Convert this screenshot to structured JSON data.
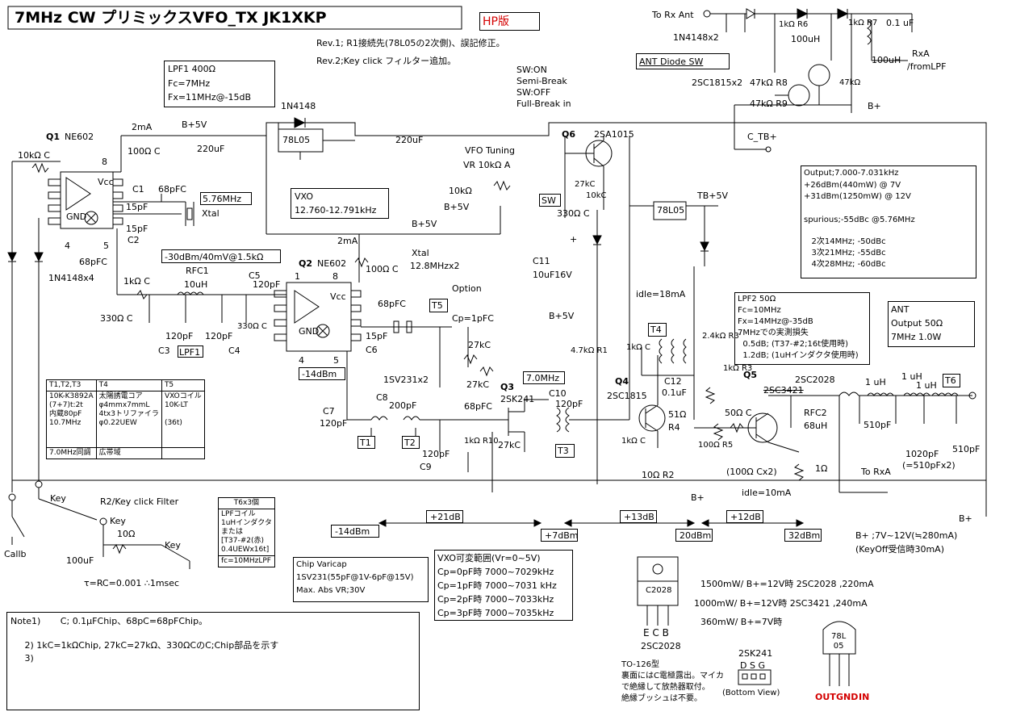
{
  "title": "7MHz CW プリミックスVFO_TX  JK1XKP",
  "hp_badge": "HP版",
  "revisions": [
    "Rev.1; R1接続先(78L05の2次側)、誤記修正。",
    "Rev.2;Key click フィルター追加。"
  ],
  "lpf1_box": [
    "LPF1 400Ω",
    "Fc=7MHz",
    "Fx=11MHz@-15dB"
  ],
  "vxo_box": [
    "VXO",
    "12.760-12.791kHz"
  ],
  "sw_note": [
    "SW:ON",
    "Semi-Break",
    "SW:OFF",
    "Full-Break in"
  ],
  "vfo_tuning": [
    "VFO Tuning",
    "VR 10kΩ A"
  ],
  "ant_sw": "ANT  Diode SW",
  "output_box": [
    "Output;7.000-7.031kHz",
    "+26dBm(440mW) @ 7V",
    "+31dBm(1250mW) @ 12V",
    "",
    "spurious;-55dBc @5.76MHz",
    "",
    "   2次14MHz; -50dBc",
    "   3次21MHz; -55dBc",
    "   4次28MHz; -60dBc"
  ],
  "lpf2_box": [
    "LPF2 50Ω",
    "Fc=10MHz",
    "Fx=14MHz@-35dB",
    "7MHzでの実測損失",
    "  0.5dB; (T37-#2;16t使用時)",
    "  1.2dB; (1uHインダクタ使用時)"
  ],
  "ant_box": [
    "ANT",
    "Output 50Ω",
    "7MHz 1.0W"
  ],
  "tables": {
    "header": [
      "T1,T2,T3",
      "T4",
      "T5"
    ],
    "c1": "10K-K3892A\n(7+7)t:2t\n内蔵80pF\n10.7MHz",
    "c2": "太陽誘電コア\nφ4mmx7mmL\n4tx3トリファイラ\nφ0.22UEW",
    "c3": "VXOコイル\n10K-LT\n\n(36t)",
    "footer": [
      "7.0MHz同調",
      "広帯域",
      ""
    ]
  },
  "t6_box": {
    "header": "T6x3個",
    "body": "LPFコイル\n1uHインダクタ\nまたは\n[T37-#2(赤)\n0.4UEWx16t]",
    "footer": "fc=10MHzLPF"
  },
  "chip_varicap": [
    "Chip Varicap",
    "1SV231(55pF@1V-6pF@15V)",
    "Max. Abs VR;30V"
  ],
  "vxo_range": [
    "VXO可変範囲(Vr=0~5V)",
    "Cp=0pF時  7000~7029kHz",
    "Cp=1pF時  7000~7031 kHz",
    "Cp=2pF時  7000~7033kHz",
    "Cp=3pF時  7000~7035kHz"
  ],
  "notes": [
    "Note1)       C; 0.1μFChip、68pC=68pFChip。",
    "     2) 1kC=1kΩChip, 27kC=27kΩ、330ΩCのC;Chip部品を示す",
    "     3)"
  ],
  "power_lines": [
    "1500mW/ B+=12V時 2SC2028 ,220mA",
    "1000mW/ B+=12V時 2SC3421 ,240mA",
    "360mW/ B+=7V時"
  ],
  "bplus_note": [
    "B+ ;7V~12V(≒280mA)",
    "(KeyOff受信時30mA)"
  ],
  "levels": [
    {
      "t": "-14dBm",
      "box": true
    },
    {
      "t": "+21dB",
      "box": true
    },
    {
      "t": "+7dBm",
      "box": true
    },
    {
      "t": "+13dB",
      "box": true
    },
    {
      "t": "20dBm",
      "box": true
    },
    {
      "t": "+12dB",
      "box": true
    },
    {
      "t": "32dBm",
      "box": true
    }
  ],
  "key_filter": {
    "title": "R2/Key click Filter",
    "tau": "τ=RC=0.001   ∴1msec"
  },
  "pkg_c2028": {
    "mark": "C2028",
    "pins": "E C B",
    "name": "2SC2028",
    "note": [
      "TO-126型",
      "裏面にはC電極露出。マイカ",
      "で絶縁して放熱器取付。",
      "絶縁ブッシュは不要。"
    ]
  },
  "pkg_2sk241": {
    "name": "2SK241",
    "pins": "D S G",
    "view": "(Bottom View)"
  },
  "pkg_78l05": {
    "mark": "78L\n05",
    "out": "OUT",
    "gnd": "GND",
    "in": "IN"
  },
  "labels": {
    "q1": "Q1",
    "q1p": "NE602",
    "q2": "Q2",
    "q2p": "NE602",
    "q3": "Q3",
    "q3p": "2SK241",
    "q4": "Q4",
    "q4p": "2SC1815",
    "q5": "Q5",
    "q6": "Q6",
    "q6p": "2SA1015",
    "2ma_a": "2mA",
    "2ma_b": "2mA",
    "bp5v_a": "B+5V",
    "bp5v_b": "B+5V",
    "bp5v_c": "B+5V",
    "bp5v_d": "B+5V",
    "tbp5v": "TB+5V",
    "d1n4148": "1N4148",
    "u78l05_a": "78L05",
    "u78l05_b": "78L05",
    "c220_a": "220uF",
    "c220_b": "220uF",
    "r100c": "100Ω C",
    "r10kc": "10kΩ C",
    "c1": "C1",
    "c68a": "68pFC",
    "c15a": "15pF",
    "c15b": "15pF",
    "c2": "C2",
    "f576": "5.76MHz",
    "xtal_a": "Xtal",
    "vcc_a": "Vcc",
    "gnd_a": "GND",
    "pin8a": "8",
    "pin4a": "4",
    "pin5a": "5",
    "pin1b": "1",
    "pin8b": "8",
    "pin4b": "4",
    "pin5b": "5",
    "vcc_b": "Vcc",
    "gnd_b": "GND",
    "d1n4148x4": "1N4148x4",
    "c68b": "68pFC",
    "m30": "-30dBm/40mV@1.5kΩ",
    "rfc1": "RFC1",
    "r1k": "1kΩ C",
    "l10u": "10uH",
    "c120a": "120pF",
    "c120b": "120pF",
    "c120c": "120pF",
    "r330": "330Ω C",
    "c3": "C3",
    "c4": "C4",
    "c5": "C5",
    "lpf1": "LPF1",
    "r330v": "330Ω C",
    "r100b": "100Ω C",
    "xtal128": "Xtal",
    "xtal128b": "12.8MHzx2",
    "option": "Option",
    "t5": "T5",
    "cp": "Cp=1pFC",
    "c68c": "68pFC",
    "c15c": "15pF",
    "c6": "C6",
    "r27k_a": "27kC",
    "r27k_b": "27kC",
    "sv231": "1SV231x2",
    "m14": "-14dBm",
    "c7": "C7",
    "c8": "C8",
    "c200": "200pF",
    "c120d": "120pF",
    "c120e": "120pF",
    "c9": "C9",
    "t1": "T1",
    "t2": "T2",
    "c68d": "68pFC",
    "r1k_r10": "1kΩ R10",
    "r27kc": "27kC",
    "f70": "7.0MHz",
    "c10": "C10",
    "c120f": "120pF",
    "t3": "T3",
    "r10k": "10kΩ",
    "r330c": "330Ω C",
    "c11": "C11",
    "c10u": "10uF16V",
    "sw": "SW",
    "plus": "+",
    "bp5vmid": "B+5V",
    "r27k_q6": "27kC",
    "r10k_q6": "10kC",
    "idle18": "idle=18mA",
    "t4": "T4",
    "r1kc_t4": "1kΩ C",
    "r47k_r1": "4.7kΩ R1",
    "c12": "C12",
    "c01": "0.1uF",
    "r51": "51Ω",
    "r4": "R4",
    "r24k": "2.4kΩ R3'",
    "r1k_r3": "1kΩ R3",
    "r1kc_q4": "1kΩ C",
    "r10_r2": "10Ω R2",
    "r100_r5": "100Ω R5",
    "r50c": "50Ω C",
    "r100x2": "(100Ω Cx2)",
    "q5p": "2SC2028",
    "q5p2": "2SC3421",
    "rfc2": "RFC2",
    "l68u": "68uH",
    "r1": "1Ω",
    "idle10": "idle=10mA",
    "bplus_a": "B+",
    "bplus_b": "B+",
    "bplus_c": "B+",
    "l1u_a": "1 uH",
    "l1u_b": "1 uH",
    "l1u_c": "1 uH",
    "t6": "T6",
    "c510a": "510pF",
    "c510b": "510pF",
    "c1020": "1020pF",
    "c1020b": "(=510pFx2)",
    "to_rxa": "To RxA",
    "to_rx_ant": "To Rx Ant",
    "d1n4148x2": "1N4148x2",
    "r1k_r6": "1kΩ R6",
    "l100u_a": "100uH",
    "r1k_r7": "1kΩ R7",
    "c01b": "0.1 uF",
    "rxa": "RxA",
    "fromlpf": "/fromLPF",
    "l100u_b": "100uH",
    "r47k_r8": "47kΩ R8",
    "r47k_r9": "47kΩ R9",
    "r47k": "47kΩ",
    "q2sc1815": "2SC1815x2",
    "ctb": "C_TB+",
    "key": "Key",
    "key2": "Key",
    "key3": "Key",
    "r10": "10Ω",
    "c100u": "100uF",
    "calib": "Callb"
  },
  "colors": {
    "red": "#d40000",
    "line": "#000000"
  }
}
